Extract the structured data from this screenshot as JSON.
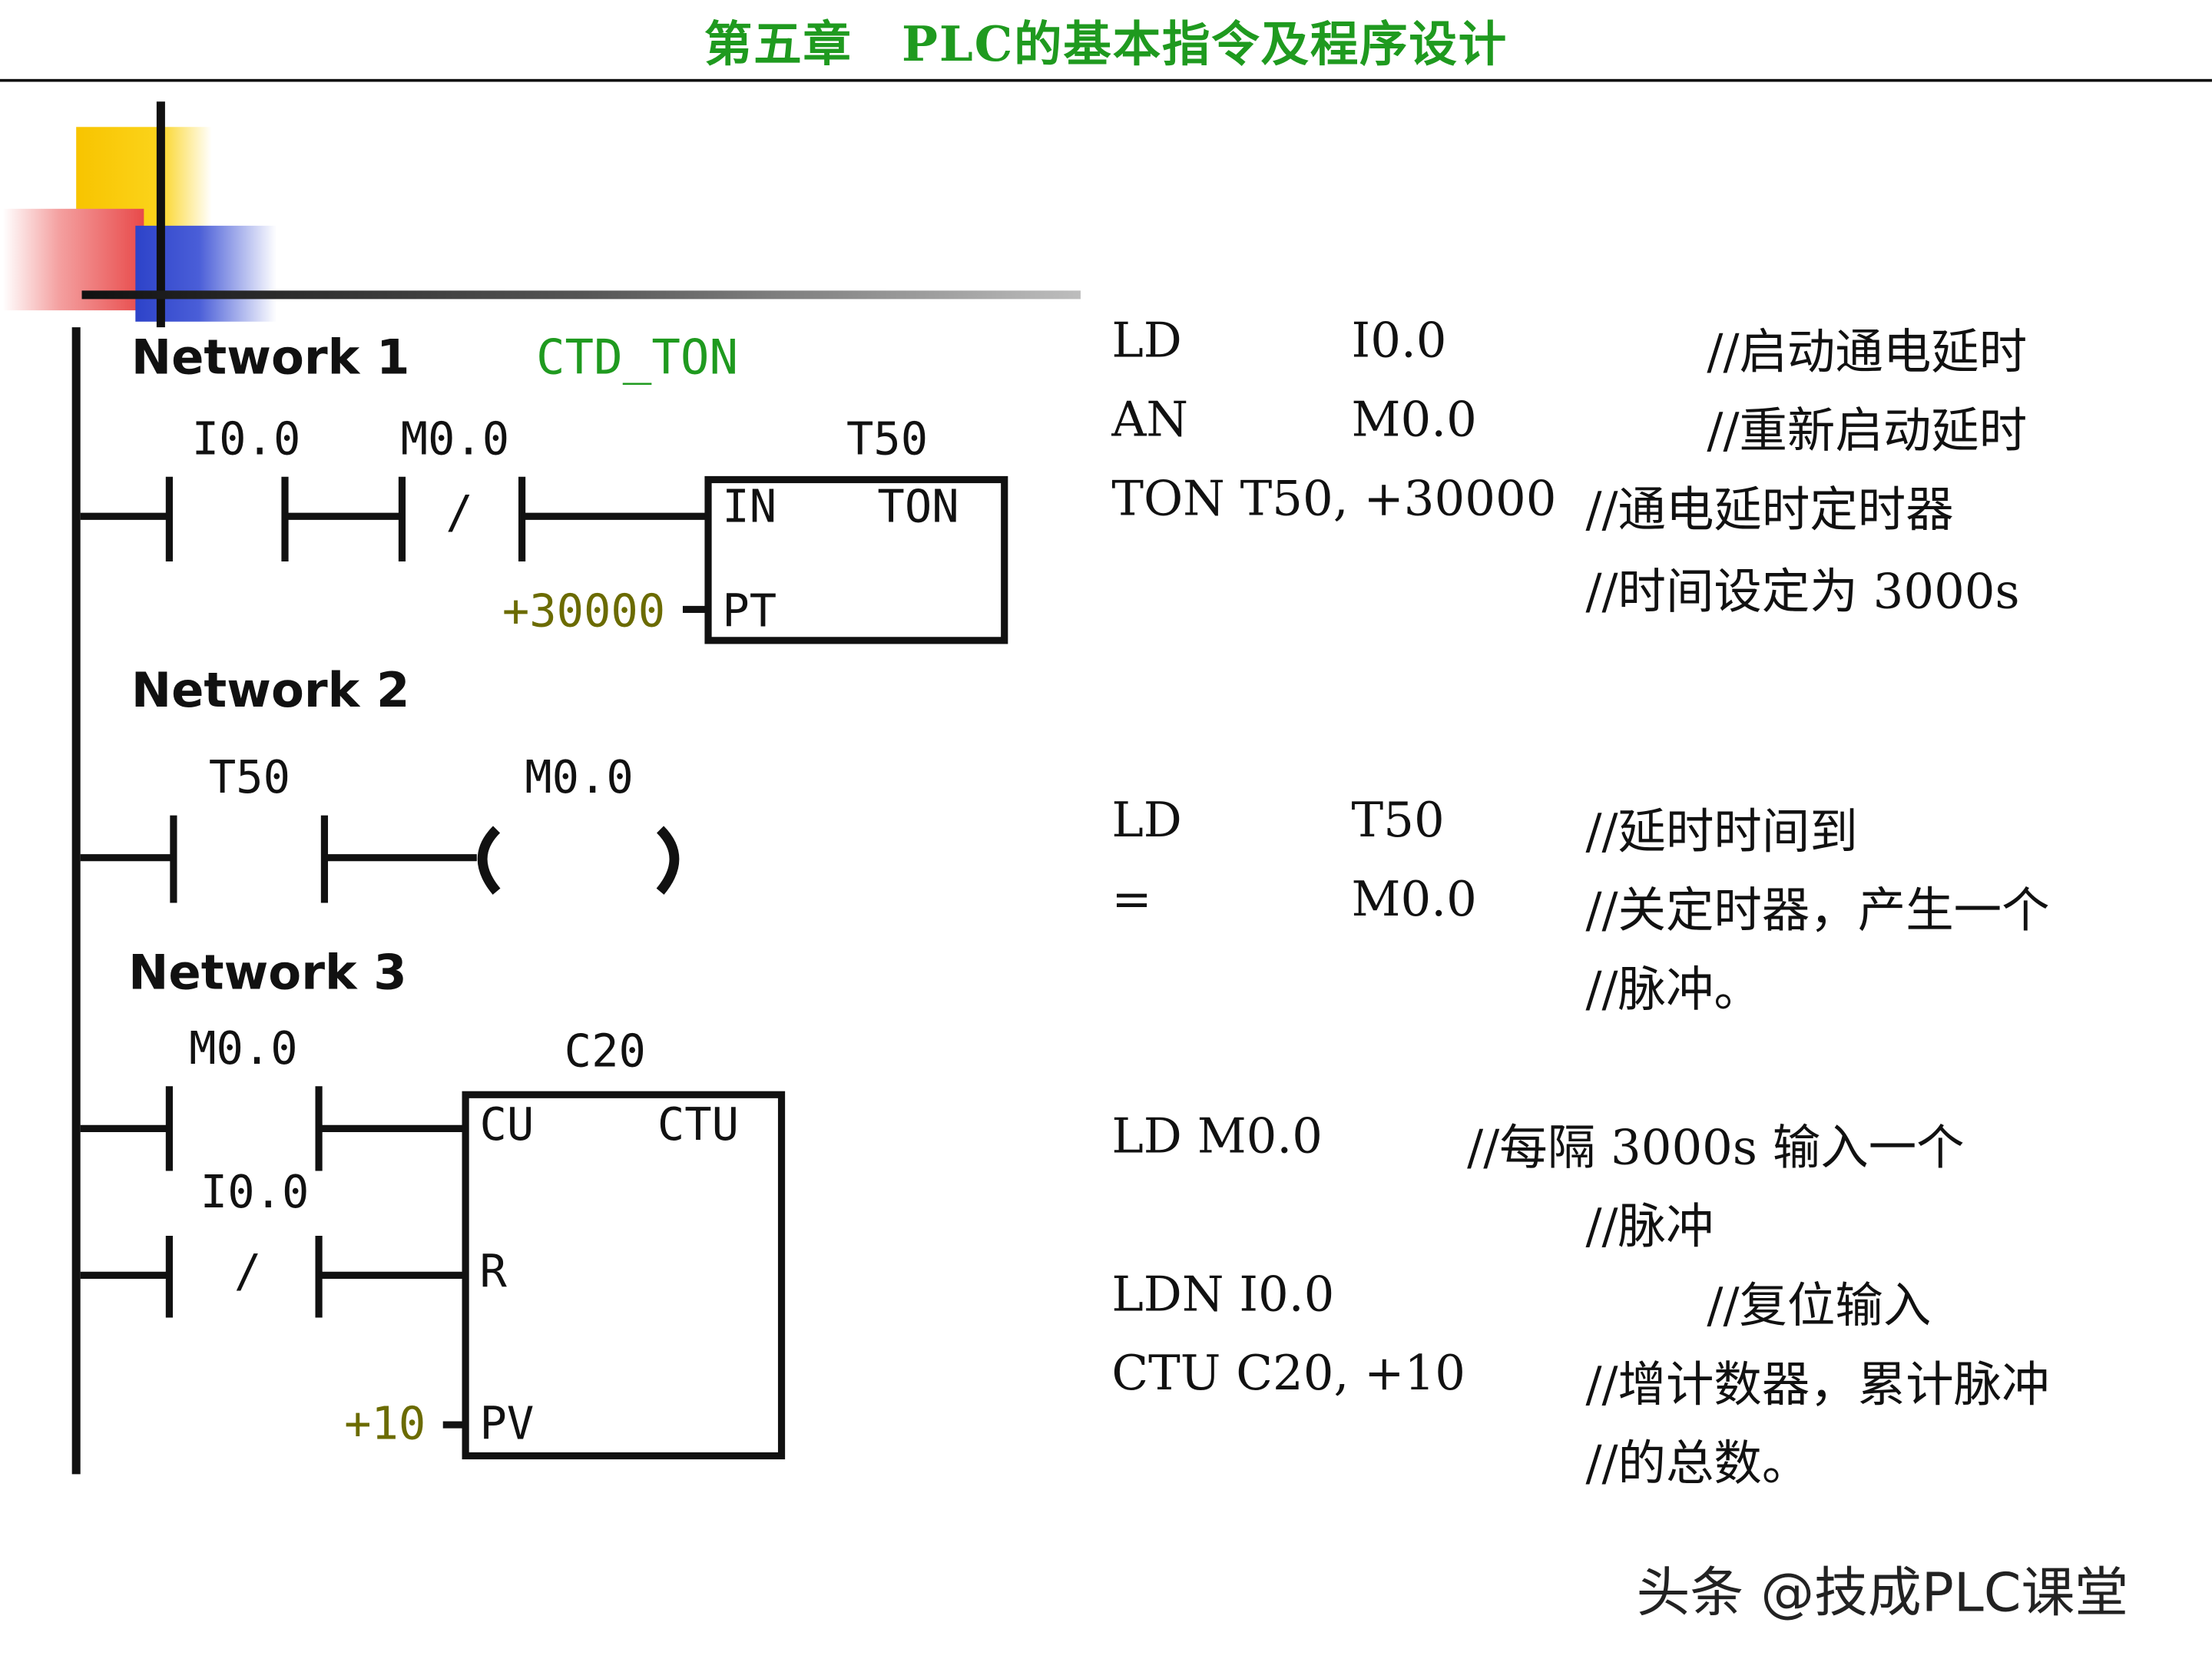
{
  "header": {
    "title": "第五章　PLC的基本指令及程序设计"
  },
  "network1": {
    "label": "Network 1",
    "comment": "CTD_TON",
    "contact1": "I0.0",
    "contact2": "M0.0",
    "contact2_mark": "/",
    "timer": "T50",
    "pin_in": "IN",
    "type": "TON",
    "pin_pt": "PT",
    "preset": "+30000"
  },
  "network2": {
    "label": "Network 2",
    "contact": "T50",
    "coil": "M0.0"
  },
  "network3": {
    "label": "Network 3",
    "contact_cu": "M0.0",
    "contact_r": "I0.0",
    "contact_r_mark": "/",
    "counter": "C20",
    "pin_cu": "CU",
    "type": "CTU",
    "pin_r": "R",
    "pin_pv": "PV",
    "preset": "+10"
  },
  "stl": {
    "n1": [
      {
        "op": "LD",
        "arg": "I0.0",
        "comment": "//启动通电延时"
      },
      {
        "op": "AN",
        "arg": "M0.0",
        "comment": "//重新启动延时"
      },
      {
        "op": "TON T50,  +30000",
        "arg": "",
        "comment": "//通电延时定时器"
      },
      {
        "op": "",
        "arg": "",
        "comment": "//时间设定为 3000s"
      }
    ],
    "n2": [
      {
        "op": "LD",
        "arg": "T50",
        "comment": "//延时时间到"
      },
      {
        "op": "=",
        "arg": "M0.0",
        "comment": "//关定时器，产生一个"
      },
      {
        "op": "",
        "arg": "",
        "comment": "//脉冲。"
      }
    ],
    "n3": [
      {
        "op": "LD   M0.0",
        "arg": "",
        "comment": "//每隔 3000s 输入一个"
      },
      {
        "op": "",
        "arg": "",
        "comment": "//脉冲"
      },
      {
        "op": "LDN I0.0",
        "arg": "",
        "comment": "//复位输入"
      },
      {
        "op": "CTU C20,  +10",
        "arg": "",
        "comment": "//增计数器，累计脉冲"
      },
      {
        "op": "",
        "arg": "",
        "comment": "//的总数。"
      }
    ]
  },
  "watermark": "头条 @技成PLC课堂"
}
